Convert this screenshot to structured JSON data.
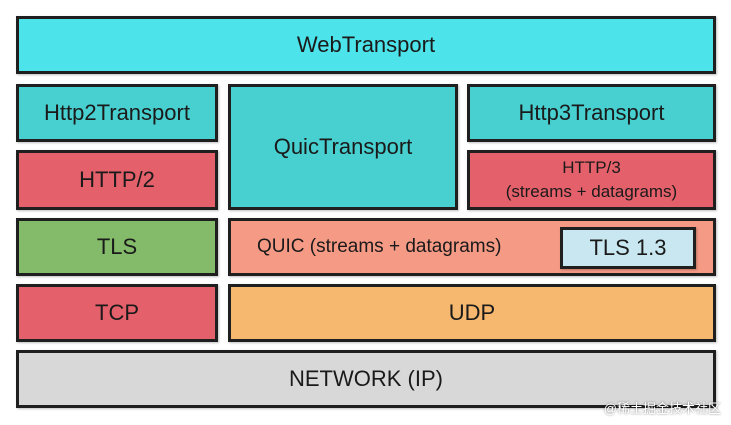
{
  "layers": {
    "webtransport": {
      "label": "WebTransport",
      "color": "#4de3ea"
    },
    "http2transport": {
      "label": "Http2Transport",
      "color": "#48cfd0"
    },
    "quictransport": {
      "label": "QuicTransport",
      "color": "#48cfd0"
    },
    "http3transport": {
      "label": "Http3Transport",
      "color": "#48cfd0"
    },
    "http2": {
      "label": "HTTP/2",
      "color": "#e4606a"
    },
    "http3": {
      "line1": "HTTP/3",
      "line2": "(streams + datagrams)",
      "color": "#e4606a"
    },
    "tls": {
      "label": "TLS",
      "color": "#84bb6a"
    },
    "quic": {
      "label": "QUIC (streams + datagrams)",
      "color": "#f59a85"
    },
    "tls13": {
      "label": "TLS 1.3",
      "color": "#c8e7f0"
    },
    "tcp": {
      "label": "TCP",
      "color": "#e4606a"
    },
    "udp": {
      "label": "UDP",
      "color": "#f6b86f"
    },
    "network": {
      "label": "NETWORK (IP)",
      "color": "#d8d8d8"
    }
  },
  "watermark": "@稀土掘金技术社区"
}
